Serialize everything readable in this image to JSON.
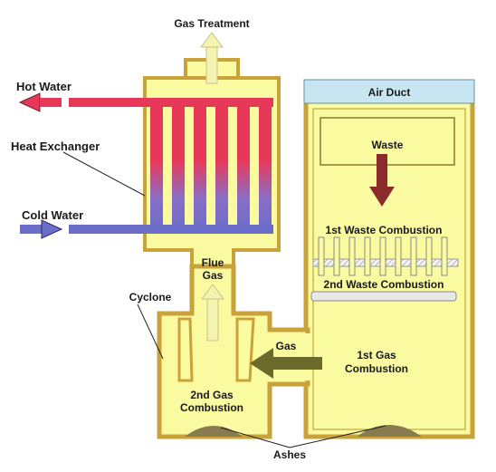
{
  "labels": {
    "gas_treatment": "Gas Treatment",
    "hot_water": "Hot Water",
    "heat_exchanger": "Heat Exchanger",
    "cold_water": "Cold Water",
    "air_duct": "Air Duct",
    "waste": "Waste",
    "first_waste_combustion": "1st Waste Combustion",
    "second_waste_combustion": "2nd Waste Combustion",
    "flue_gas_line1": "Flue",
    "flue_gas_line2": "Gas",
    "cyclone": "Cyclone",
    "gas": "Gas",
    "first_gas_combustion_line1": "1st Gas",
    "first_gas_combustion_line2": "Combustion",
    "second_gas_combustion_line1": "2nd Gas",
    "second_gas_combustion_line2": "Combustion",
    "ashes": "Ashes"
  },
  "colors": {
    "chamber_fill": "#fafaa0",
    "chamber_wall": "#c9a23a",
    "hot_water": "#e8385a",
    "cold_water": "#6a6ec8",
    "air_duct": "#c8e6f2",
    "waste_arrow": "#8a2a2a",
    "gas_arrow": "#6b6a2a",
    "ashes": "#8a7a50"
  }
}
